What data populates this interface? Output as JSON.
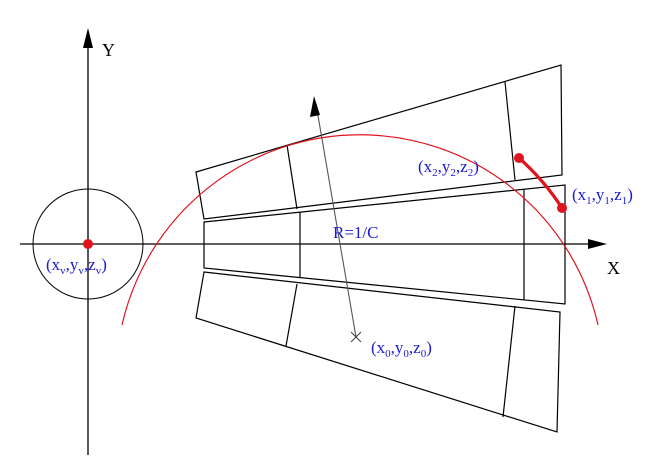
{
  "axes": {
    "x_label": "X",
    "y_label": "Y"
  },
  "radius_label": "R=1/C",
  "points": {
    "vertex": {
      "base": [
        "(x",
        ",y",
        ",z",
        ")"
      ],
      "sub": [
        "v",
        "v",
        "v"
      ]
    },
    "center": {
      "base": [
        "(x",
        ",y",
        ",z",
        ")"
      ],
      "sub": [
        "0",
        "0",
        "0"
      ]
    },
    "p1": {
      "base": [
        "(x",
        ",y",
        ",z",
        ")"
      ],
      "sub": [
        "1",
        "1",
        "1"
      ]
    },
    "p2": {
      "base": [
        "(x",
        ",y",
        ",z",
        ")"
      ],
      "sub": [
        "2",
        "2",
        "2"
      ]
    }
  },
  "colors": {
    "track": "#e0141e",
    "labels": "#1a1ad6",
    "lines": "#000000",
    "radius_arrow": "#555555"
  }
}
